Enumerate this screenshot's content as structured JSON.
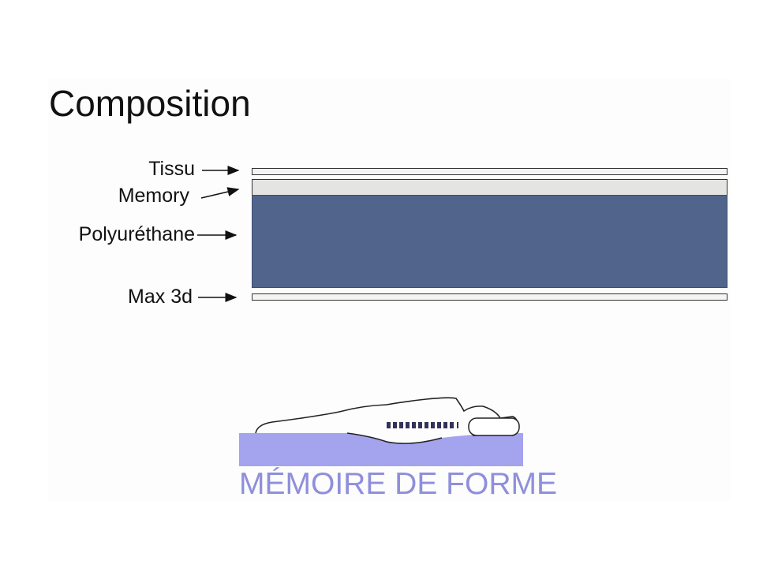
{
  "title": "Composition",
  "layers": [
    {
      "label": "Tissu",
      "color": "#f4f4f2"
    },
    {
      "label": "Memory",
      "color": "#e4e4e2"
    },
    {
      "label": "Polyuréthane",
      "color": "#50648c"
    },
    {
      "label": "Max 3d",
      "color": "#f4f4f2"
    }
  ],
  "logo": {
    "text": "MÉMOIRE DE FORME",
    "foam_color": "#a3a3ee",
    "text_color": "#8f8fdc"
  }
}
